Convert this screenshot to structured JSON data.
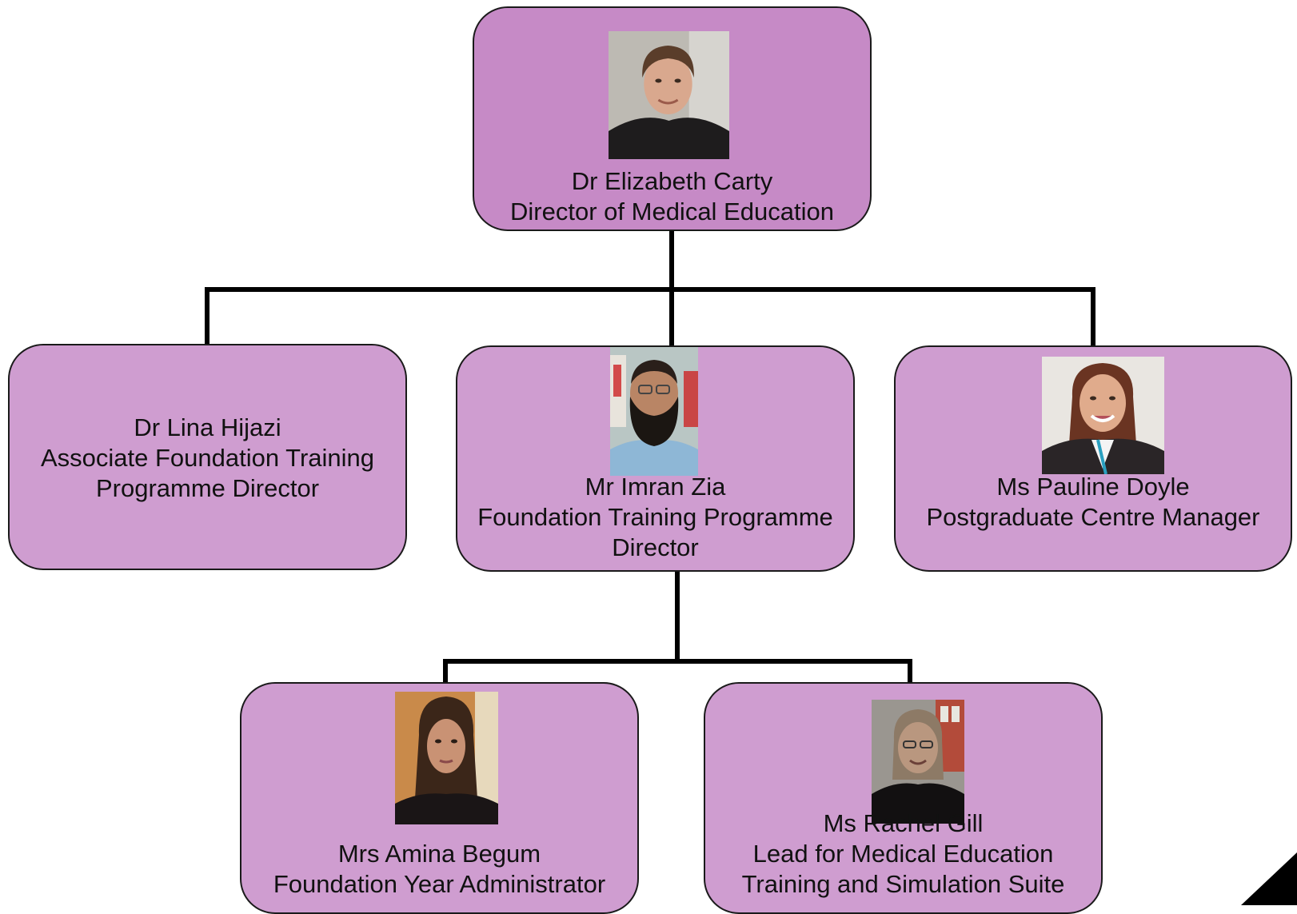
{
  "colors": {
    "top_box_fill": "#c68ac6",
    "box_fill": "#cf9dd0",
    "border": "#1a1a1a",
    "connector": "#000000"
  },
  "org_chart": {
    "director": {
      "name": "Dr Elizabeth Carty",
      "title_lines": [
        "Director of Medical Education"
      ],
      "photo": "photo-portrait-woman-short-hair"
    },
    "level2": [
      {
        "name": "Dr Lina Hijazi",
        "title_lines": [
          "Associate Foundation Training",
          "Programme Director"
        ]
      },
      {
        "name": "Mr Imran Zia",
        "title_lines": [
          "Foundation Training Programme",
          "Director"
        ],
        "photo": "photo-portrait-man-beard"
      },
      {
        "name": "Ms Pauline Doyle",
        "title_lines": [
          "Postgraduate Centre Manager"
        ],
        "photo": "photo-portrait-woman-long-hair"
      }
    ],
    "level3": [
      {
        "name": "Mrs Amina Begum",
        "title_lines": [
          "Foundation Year Administrator"
        ],
        "photo": "photo-portrait-woman-long-dark-hair"
      },
      {
        "name": "Ms Rachel Gill",
        "title_lines": [
          "Lead for Medical Education",
          "Training and Simulation Suite"
        ],
        "photo": "photo-portrait-woman-glasses"
      }
    ]
  }
}
